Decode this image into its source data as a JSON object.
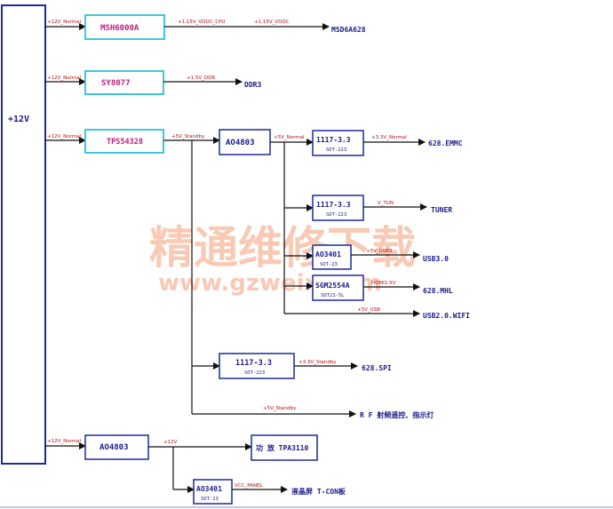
{
  "colors": {
    "block_border": "#1a2a9a",
    "cyan_border": "#40c8d8",
    "pink_text": "#c0207e",
    "net_red": "#b01010",
    "watermark": "#f4a07a"
  },
  "rail": {
    "label": "+12V"
  },
  "blocks": {
    "msh6000a": "MSH6000A",
    "sy8077": "SY8077",
    "tps54328": "TPS54328",
    "ao4803_a": "AO4803",
    "ldo_emmc": "1117-3.3",
    "ldo_emmc_pkg": "SOT-223",
    "ldo_tuner": "1117-3.3",
    "ldo_tuner_pkg": "SOT-223",
    "ao3401_usb": "AO3401",
    "ao3401_usb_pkg": "SOT-23",
    "sgm2554a": "SGM2554A",
    "sgm2554a_pkg": "SOT23-5L",
    "ldo_spi": "1117-3.3",
    "ldo_spi_pkg": "SOT-223",
    "ao4803_b": "AO4803",
    "amp": "功 放 TPA3110",
    "ao3401_panel": "AO3401",
    "ao3401_panel_pkg": "SOT-23"
  },
  "nets": {
    "n12v_normal_1": "+12V_Normal",
    "n12v_normal_2": "+12V_Normal",
    "n12v_normal_3": "+12V_Normal",
    "n12v_normal_4": "+12V_Normal",
    "vddc_cpu": "+1.15V_VDDC_CPU",
    "vddc": "+1.15V_VDDC",
    "ddr": "+1.5V_DDR",
    "n5v_standby_1": "+5V_Standby",
    "n5v_normal": "+5V_Normal",
    "n33v_normal": "+3.3V_Normal",
    "v_tun": "V_TUN",
    "n5v_usb3": "+5V_USB3",
    "hdmi_5v": "HDMI1-5V",
    "n5v_usb": "+5V_USB",
    "n33v_standby": "+3.3V_Standby",
    "n5v_standby_2": "+5V_Standby",
    "n12v": "+12V",
    "vcc_panel": "VCC_PANEL"
  },
  "destinations": {
    "msd6a628": "MSD6A628",
    "ddr3": "DDR3",
    "emmc": "628.EMMC",
    "tuner": "TUNER",
    "usb3": "USB3.0",
    "mhl": "628.MHL",
    "wifi": "USB2.0.WIFI",
    "spi": "628.SPI",
    "rf": "R F  射频遥控、指示灯",
    "amp_out": "",
    "panel": "液晶屏 T-CON板"
  },
  "watermark": {
    "line1": "精通维修下载",
    "line2": "www.gzweix.com"
  }
}
